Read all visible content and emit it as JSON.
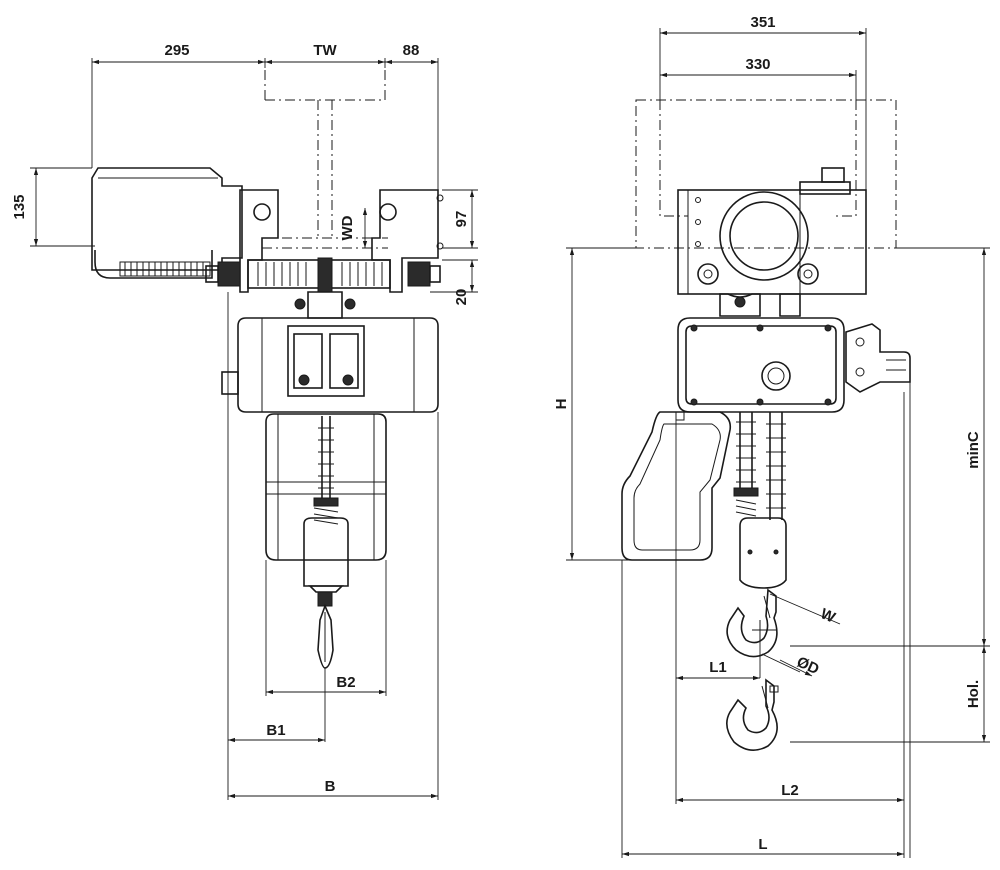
{
  "dimensions": {
    "front": {
      "d295": "295",
      "tw": "TW",
      "d88": "88",
      "d135": "135",
      "wd": "WD",
      "d97": "97",
      "d20": "20",
      "b": "B",
      "b1": "B1",
      "b2": "B2"
    },
    "side": {
      "d351": "351",
      "d330": "330",
      "h": "H",
      "minc": "minC",
      "hol": "Hol.",
      "w": "W",
      "od": "ØD",
      "l": "L",
      "l1": "L1",
      "l2": "L2"
    }
  }
}
